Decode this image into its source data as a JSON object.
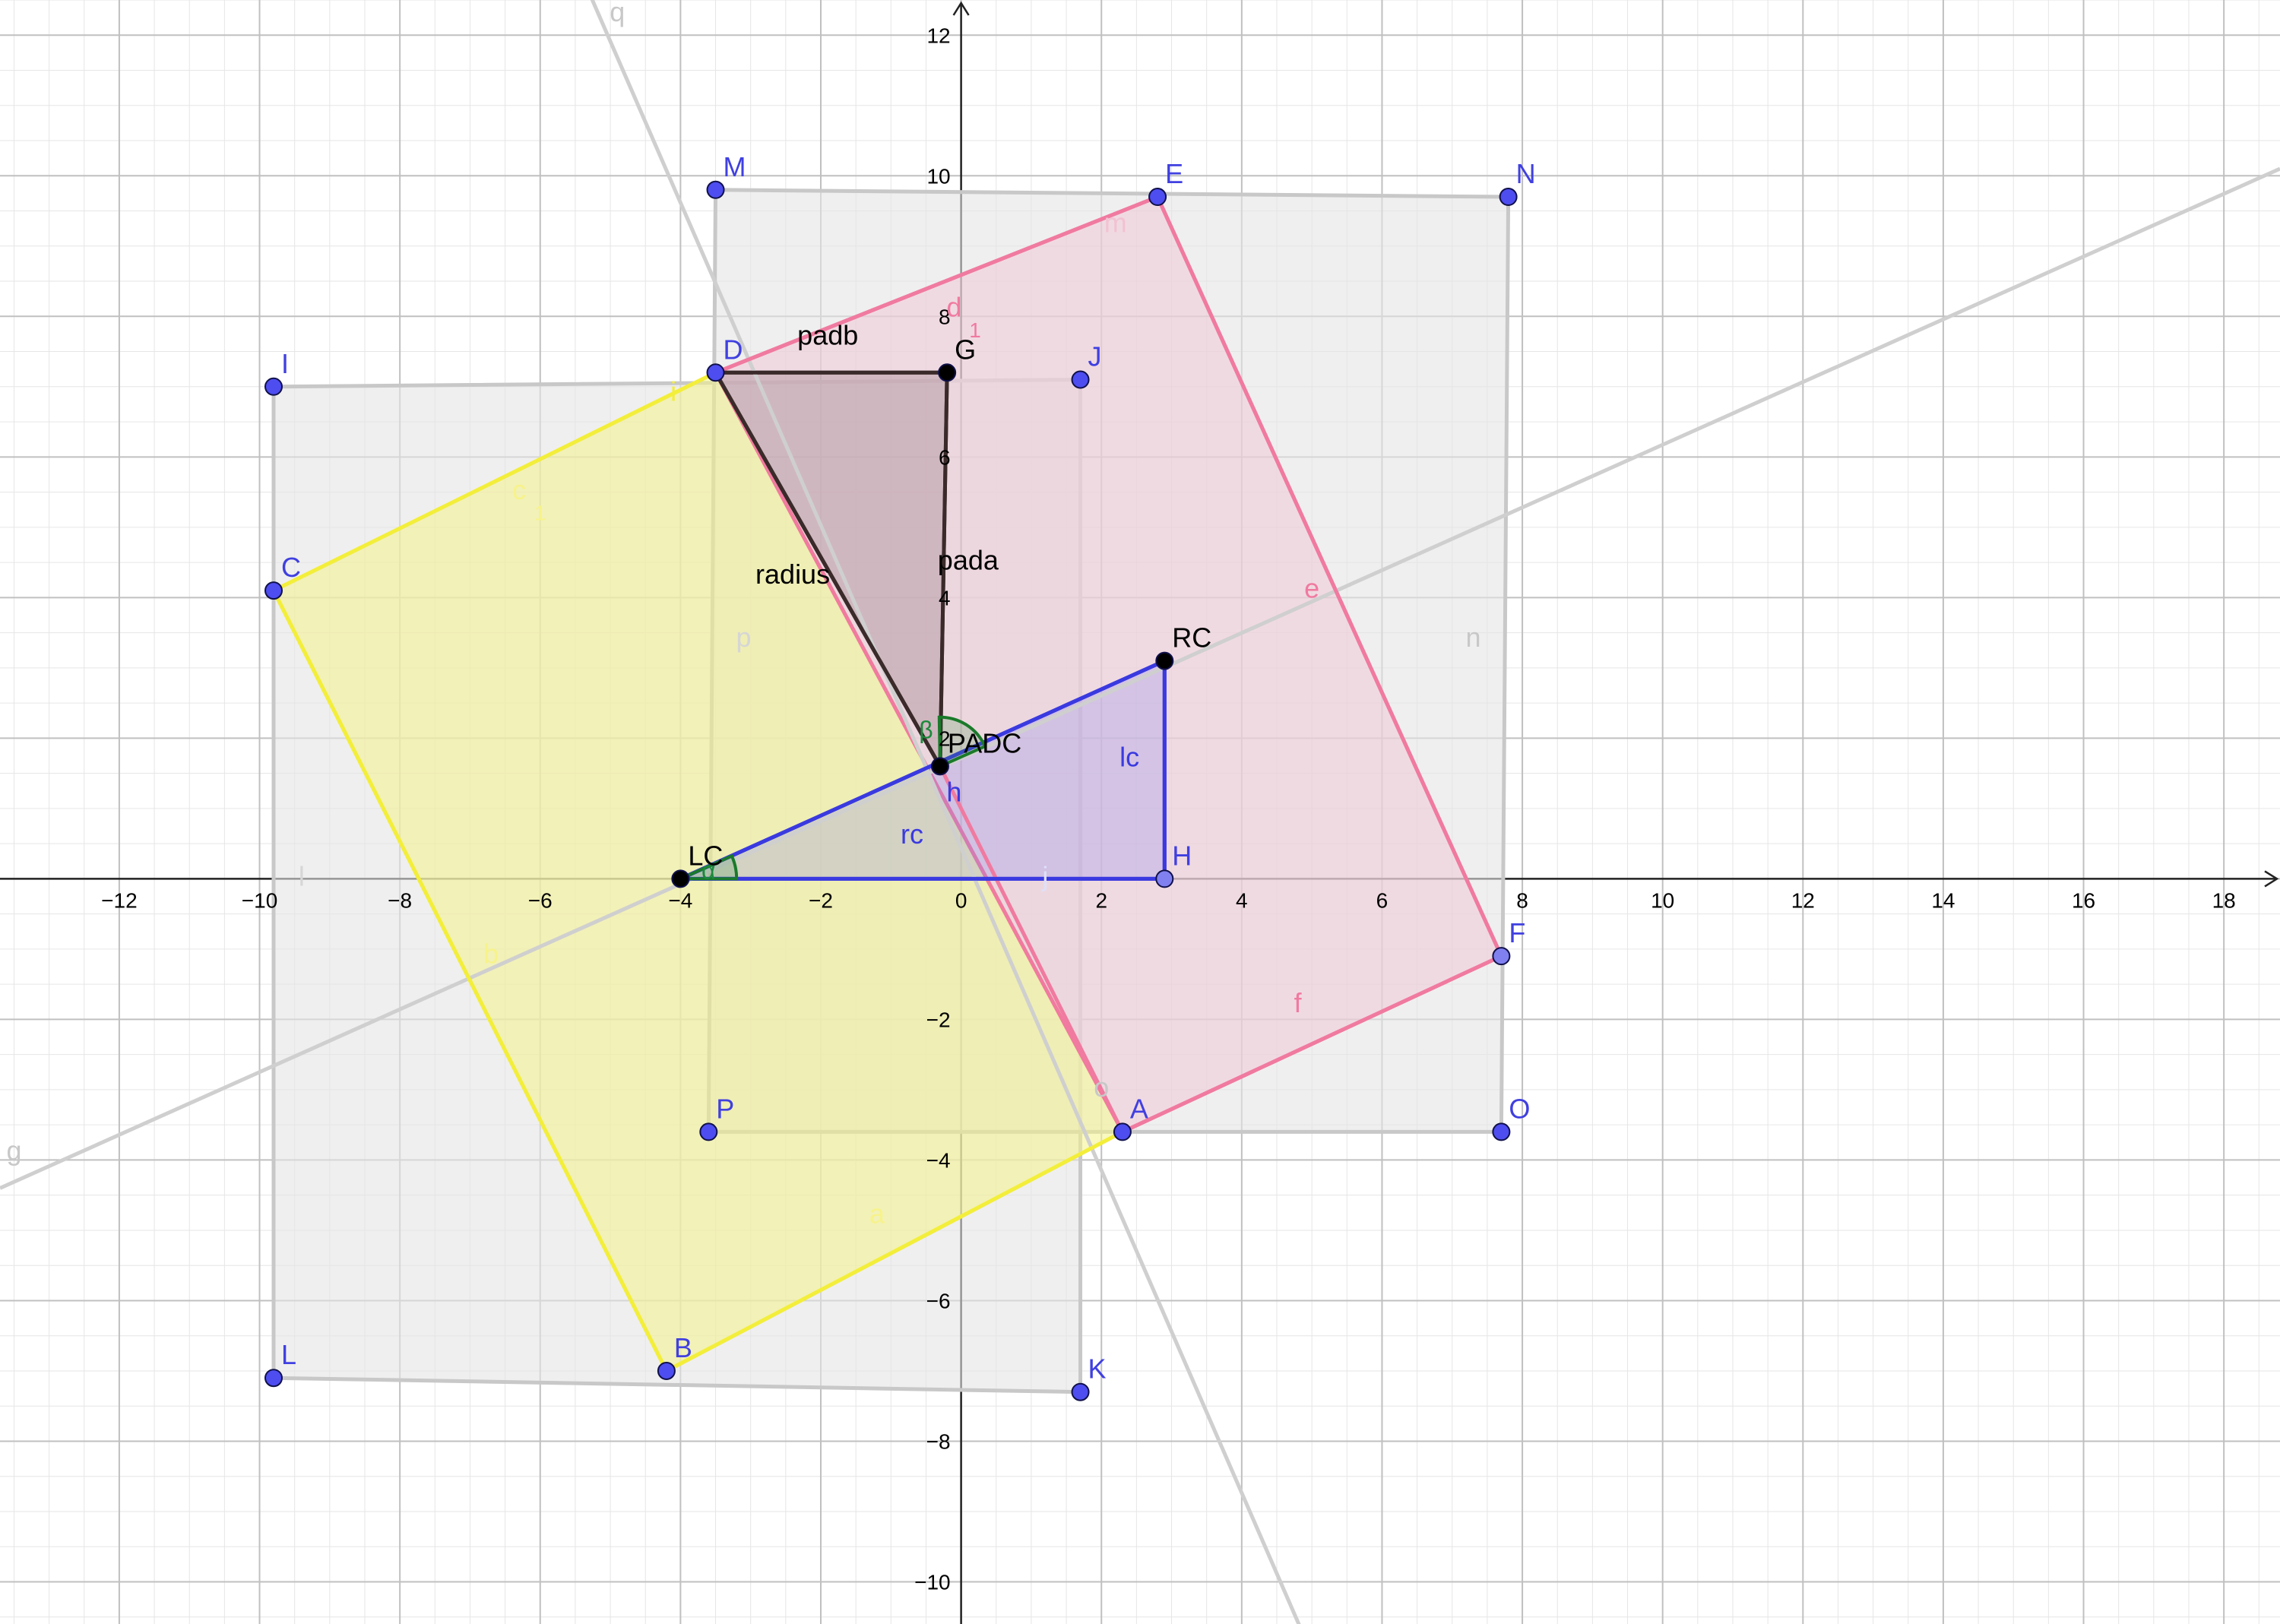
{
  "app": {
    "name": "Geometry graphing view"
  },
  "axes": {
    "x_ticks": [
      "−12",
      "−10",
      "−8",
      "−6",
      "−4",
      "−2",
      "0",
      "2",
      "4",
      "6",
      "8",
      "10",
      "12",
      "14",
      "16",
      "18"
    ],
    "x_tick_values": [
      -12,
      -10,
      -8,
      -6,
      -4,
      -2,
      0,
      2,
      4,
      6,
      8,
      10,
      12,
      14,
      16,
      18
    ],
    "y_ticks": [
      "12",
      "10",
      "8",
      "6",
      "4",
      "2",
      "−2",
      "−4",
      "−6",
      "−8",
      "−10"
    ],
    "y_tick_values": [
      12,
      10,
      8,
      6,
      4,
      2,
      -2,
      -4,
      -6,
      -8,
      -10
    ],
    "x_range": [
      -13.7,
      18.8
    ],
    "y_range": [
      -10.6,
      12.5
    ],
    "major_grid": 2,
    "minor_grid": 0.5
  },
  "points": [
    {
      "name": "A",
      "x": 2.3,
      "y": -3.6,
      "style": "blue"
    },
    {
      "name": "B",
      "x": -4.2,
      "y": -7.0,
      "style": "blue"
    },
    {
      "name": "C",
      "x": -9.8,
      "y": 4.1,
      "style": "blue"
    },
    {
      "name": "D",
      "x": -3.5,
      "y": 7.2,
      "style": "blue"
    },
    {
      "name": "E",
      "x": 2.8,
      "y": 9.7,
      "style": "blue"
    },
    {
      "name": "F",
      "x": 7.7,
      "y": -1.1,
      "style": "lightblue"
    },
    {
      "name": "G",
      "x": -0.2,
      "y": 7.2,
      "style": "black"
    },
    {
      "name": "H",
      "x": 2.9,
      "y": 0.0,
      "style": "lightblue"
    },
    {
      "name": "I",
      "x": -9.8,
      "y": 7.0,
      "style": "blue"
    },
    {
      "name": "J",
      "x": 1.7,
      "y": 7.1,
      "style": "blue"
    },
    {
      "name": "K",
      "x": 1.7,
      "y": -7.3,
      "style": "blue"
    },
    {
      "name": "L",
      "x": -9.8,
      "y": -7.1,
      "style": "blue"
    },
    {
      "name": "M",
      "x": -3.5,
      "y": 9.8,
      "style": "blue"
    },
    {
      "name": "N",
      "x": 7.8,
      "y": 9.7,
      "style": "blue"
    },
    {
      "name": "O",
      "x": 7.7,
      "y": -3.6,
      "style": "blue"
    },
    {
      "name": "P",
      "x": -3.6,
      "y": -3.6,
      "style": "blue"
    },
    {
      "name": "LC",
      "x": -4.0,
      "y": 0.0,
      "style": "black"
    },
    {
      "name": "RC",
      "x": 2.9,
      "y": 3.1,
      "style": "black"
    },
    {
      "name": "PADC",
      "x": -0.3,
      "y": 1.6,
      "style": "black"
    }
  ],
  "lines": [
    {
      "name": "g",
      "x1": -13.7,
      "y1": -4.4,
      "x2": 18.8,
      "y2": 10.1
    },
    {
      "name": "q",
      "x1": -5.3,
      "y1": 12.6,
      "x2": 4.9,
      "y2": -10.8
    }
  ],
  "polygons": [
    {
      "name": "poly-ijkl",
      "points": [
        [
          -9.8,
          7.0
        ],
        [
          1.7,
          7.1
        ],
        [
          1.7,
          -7.3
        ],
        [
          -9.8,
          -7.1
        ]
      ],
      "fill": "#e4e4e4",
      "stroke": "#c8c8c8",
      "opacity": 0.6
    },
    {
      "name": "poly-mnop",
      "points": [
        [
          -3.5,
          9.8
        ],
        [
          7.8,
          9.7
        ],
        [
          7.7,
          -3.6
        ],
        [
          -3.6,
          -3.6
        ]
      ],
      "fill": "#e4e4e4",
      "stroke": "#c8c8c8",
      "opacity": 0.6
    },
    {
      "name": "poly-abcd",
      "points": [
        [
          2.3,
          -3.6
        ],
        [
          -4.2,
          -7.0
        ],
        [
          -9.8,
          4.1
        ],
        [
          -3.5,
          7.2
        ]
      ],
      "fill": "#f4f28a",
      "stroke": "#f3ee3a",
      "opacity": 0.55
    },
    {
      "name": "poly-adef",
      "points": [
        [
          2.3,
          -3.6
        ],
        [
          -3.5,
          7.2
        ],
        [
          2.8,
          9.7
        ],
        [
          7.7,
          -1.1
        ]
      ],
      "fill": "#f2c2d2",
      "stroke": "#f07aa0",
      "opacity": 0.45
    },
    {
      "name": "poly-dgpadc",
      "points": [
        [
          -3.5,
          7.2
        ],
        [
          -0.2,
          7.2
        ],
        [
          -0.3,
          1.6
        ]
      ],
      "fill": "#5a3540",
      "stroke": "#3a2a2a",
      "opacity": 0.2
    },
    {
      "name": "poly-lcrch",
      "points": [
        [
          -4.0,
          0.0
        ],
        [
          2.9,
          3.1
        ],
        [
          2.9,
          0.0
        ]
      ],
      "fill": "#8080f0",
      "stroke": "#3a3ae0",
      "opacity": 0.25
    }
  ],
  "segments": [
    {
      "name": "a",
      "x1": 2.3,
      "y1": -3.6,
      "x2": -4.2,
      "y2": -7.0,
      "color": "#f3ee3a"
    },
    {
      "name": "b",
      "x1": -4.2,
      "y1": -7.0,
      "x2": -9.8,
      "y2": 4.1,
      "color": "#f3ee3a"
    },
    {
      "name": "c_1",
      "x1": -9.8,
      "y1": 4.1,
      "x2": -3.5,
      "y2": 7.2,
      "color": "#f3ee3a"
    },
    {
      "name": "d_1",
      "x1": -3.5,
      "y1": 7.2,
      "x2": 2.8,
      "y2": 9.7,
      "color": "#f07aa0"
    },
    {
      "name": "e",
      "x1": 2.8,
      "y1": 9.7,
      "x2": 7.7,
      "y2": -1.1,
      "color": "#f07aa0"
    },
    {
      "name": "f",
      "x1": 7.7,
      "y1": -1.1,
      "x2": 2.3,
      "y2": -3.6,
      "color": "#f07aa0"
    },
    {
      "name": "h",
      "x1": -0.3,
      "y1": 1.6,
      "x2": 2.3,
      "y2": -3.6,
      "color": "#f07aa0"
    },
    {
      "name": "padb",
      "x1": -3.5,
      "y1": 7.2,
      "x2": -0.2,
      "y2": 7.2,
      "color": "#3a2a2a"
    },
    {
      "name": "pada",
      "x1": -0.2,
      "y1": 7.2,
      "x2": -0.3,
      "y2": 1.6,
      "color": "#3a2a2a"
    },
    {
      "name": "radius",
      "x1": -3.5,
      "y1": 7.2,
      "x2": -0.3,
      "y2": 1.6,
      "color": "#3a2a2a"
    },
    {
      "name": "rc",
      "x1": -4.0,
      "y1": 0.0,
      "x2": 2.9,
      "y2": 3.1,
      "color": "#3a3ae0"
    },
    {
      "name": "lc",
      "x1": 2.9,
      "y1": 3.1,
      "x2": 2.9,
      "y2": 0.0,
      "color": "#3a3ae0"
    },
    {
      "name": "j",
      "x1": -4.0,
      "y1": 0.0,
      "x2": 2.9,
      "y2": 0.0,
      "color": "#3a3ae0"
    }
  ],
  "angles": [
    {
      "name": "alpha",
      "cx": -4.0,
      "cy": 0.0,
      "r": 0.8,
      "a1": 0,
      "a2": 24
    },
    {
      "name": "beta",
      "cx": -0.3,
      "cy": 1.6,
      "r": 0.7,
      "a1": 24,
      "a2": 91
    }
  ],
  "labels": [
    {
      "text": "q",
      "x": -4.9,
      "y": 12.2,
      "color": "#c8c8c8",
      "kind": "line"
    },
    {
      "text": "g",
      "x": -13.5,
      "y": -4.0,
      "color": "#c8c8c8",
      "kind": "line"
    },
    {
      "text": "m",
      "x": 2.2,
      "y": 9.2,
      "color": "#f2c2d2",
      "kind": "seg"
    },
    {
      "text": "n",
      "x": 7.3,
      "y": 3.3,
      "color": "#c8c8c8",
      "kind": "seg"
    },
    {
      "text": "p",
      "x": -3.1,
      "y": 3.3,
      "color": "#d6d6d6",
      "kind": "seg"
    },
    {
      "text": "i",
      "x": -4.1,
      "y": 6.8,
      "color": "#f3ee3a",
      "kind": "seg"
    },
    {
      "text": "l",
      "x": -9.4,
      "y": -0.1,
      "color": "#d6d6d6",
      "kind": "seg"
    },
    {
      "text": "o",
      "x": 2.0,
      "y": -3.1,
      "color": "#c8c8c8",
      "kind": "seg"
    },
    {
      "text": "a",
      "x": -1.2,
      "y": -4.9,
      "color": "#f7f38a",
      "kind": "seg"
    },
    {
      "text": "b",
      "x": -6.7,
      "y": -1.2,
      "color": "#f7f38a",
      "kind": "seg"
    },
    {
      "text": "c",
      "x": -6.3,
      "y": 5.4,
      "color": "#f7f38a",
      "kind": "seg"
    },
    {
      "text": "1",
      "x": -6.0,
      "y": 5.1,
      "color": "#f7f38a",
      "kind": "sub"
    },
    {
      "text": "d",
      "x": -0.1,
      "y": 8.0,
      "color": "#f07aa0",
      "kind": "seg"
    },
    {
      "text": "1",
      "x": 0.2,
      "y": 7.7,
      "color": "#f07aa0",
      "kind": "sub"
    },
    {
      "text": "e",
      "x": 5.0,
      "y": 4.0,
      "color": "#f07aa0",
      "kind": "seg"
    },
    {
      "text": "f",
      "x": 4.8,
      "y": -1.9,
      "color": "#f07aa0",
      "kind": "seg"
    },
    {
      "text": "h",
      "x": -0.1,
      "y": 1.1,
      "color": "#3a3ae0",
      "kind": "seg"
    },
    {
      "text": "padb",
      "x": -1.9,
      "y": 7.6,
      "color": "#000000",
      "kind": "seg"
    },
    {
      "text": "pada",
      "x": 0.1,
      "y": 4.4,
      "color": "#000000",
      "kind": "seg"
    },
    {
      "text": "radius",
      "x": -2.4,
      "y": 4.2,
      "color": "#000000",
      "kind": "seg"
    },
    {
      "text": "rc",
      "x": -0.7,
      "y": 0.5,
      "color": "#3a3ae0",
      "kind": "seg"
    },
    {
      "text": "lc",
      "x": 2.4,
      "y": 1.6,
      "color": "#3a3ae0",
      "kind": "seg"
    },
    {
      "text": "j",
      "x": 1.2,
      "y": -0.1,
      "color": "#e0e0f8",
      "kind": "seg"
    },
    {
      "text": "α",
      "x": -3.6,
      "y": 0.0,
      "color": "#1a8a3a",
      "kind": "angle"
    },
    {
      "text": "β",
      "x": -0.5,
      "y": 2.0,
      "color": "#1a8a3a",
      "kind": "angle"
    }
  ]
}
